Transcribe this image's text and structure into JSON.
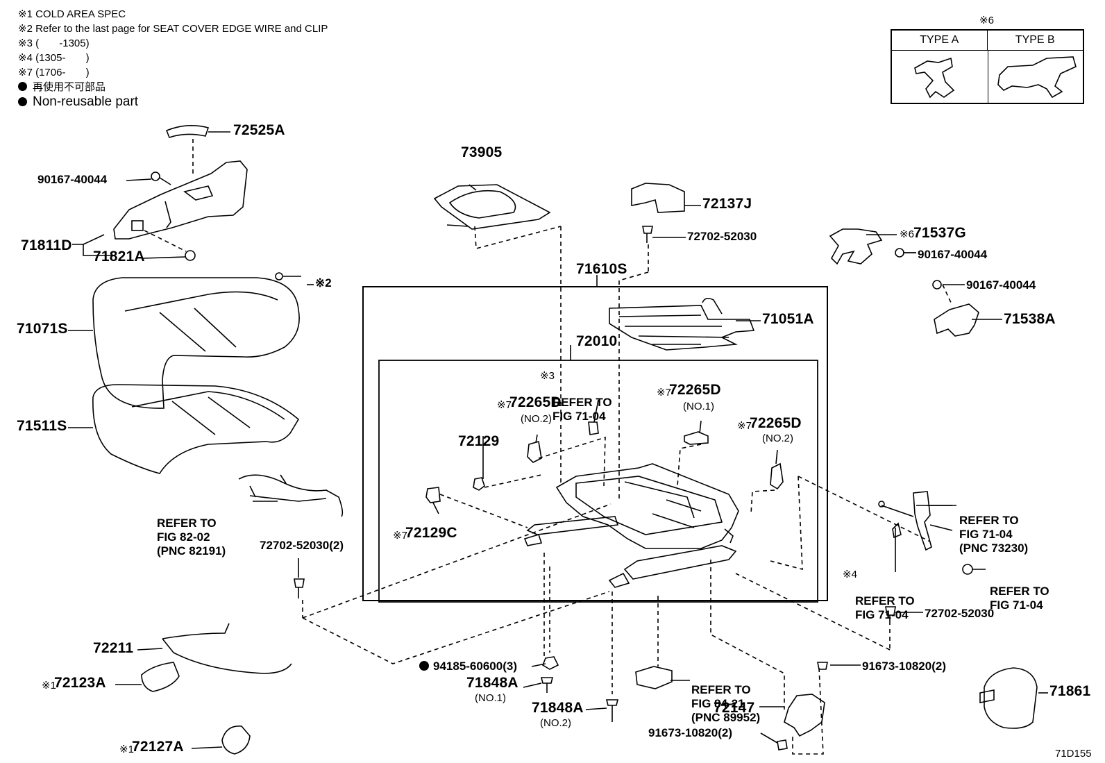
{
  "notes": [
    "※1 COLD AREA SPEC",
    "※2 Refer to the last page for SEAT COVER EDGE WIRE and CLIP",
    "※3 (       -1305)",
    "※4 (1305-       )",
    "※7 (1706-       )",
    "再使用不可部品",
    "Non-reusable part"
  ],
  "type_box": {
    "note": "※6",
    "type_a": "TYPE A",
    "type_b": "TYPE B"
  },
  "parts": {
    "p72525A": "72525A",
    "p90167_left": "90167-40044",
    "p71811D": "71811D",
    "p71821A": "71821A",
    "note2": "※2",
    "p71071S": "71071S",
    "p71511S": "71511S",
    "p73905": "73905",
    "p72137J": "72137J",
    "p72702_top": "72702-52030",
    "p71610S": "71610S",
    "p71051A": "71051A",
    "p72010": "72010",
    "p71537G": "71537G",
    "p71537G_note": "※6",
    "p90167_r1": "90167-40044",
    "p90167_r2": "90167-40044",
    "p71538A": "71538A",
    "p72265D_c": "72265D",
    "p72265D_c_note": "※7",
    "p72265D_c_sub": "(NO.2)",
    "p72265D_m": "72265D",
    "p72265D_m_note": "※7",
    "p72265D_m_sub": "(NO.1)",
    "p72265D_r": "72265D",
    "p72265D_r_note": "※7",
    "p72265D_r_sub": "(NO.2)",
    "p72129": "72129",
    "p72129C": "72129C",
    "p72129C_note": "※7",
    "p72702_left": "72702-52030(2)",
    "p72702_right": "72702-52030",
    "p72211": "72211",
    "p72123A": "72123A",
    "p72123A_note": "※1",
    "p72127A": "72127A",
    "p72127A_note": "※1",
    "p94185": "94185-60600(3)",
    "p71848A_1": "71848A",
    "p71848A_1_sub": "(NO.1)",
    "p71848A_2": "71848A",
    "p71848A_2_sub": "(NO.2)",
    "p91673_a": "91673-10820(2)",
    "p91673_b": "91673-10820(2)",
    "p72147": "72147",
    "p71861": "71861",
    "fig_id": "71D155"
  },
  "refs": {
    "r_82_02": [
      "REFER TO",
      "FIG 82-02",
      "(PNC 82191)"
    ],
    "r_71_04_top": [
      "REFER TO",
      "FIG 71-04"
    ],
    "r_71_04_top_note": "※3",
    "r_71_04_belt": [
      "REFER TO",
      "FIG 71-04",
      "(PNC 73230)"
    ],
    "r_71_04_small": [
      "REFER TO",
      "FIG 71-04"
    ],
    "r_71_04_small_note": "※4",
    "r_71_04_nut": [
      "REFER TO",
      "FIG 71-04"
    ],
    "r_84_21": [
      "REFER TO",
      "FIG 84-21",
      "(PNC 89952)"
    ]
  }
}
